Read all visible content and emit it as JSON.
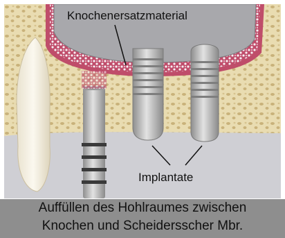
{
  "labels": {
    "top": "Knochenersatzmaterial",
    "bottom": "Implantate"
  },
  "caption": {
    "line1": "Auffüllen des Hohlraumes zwischen",
    "line2": "Knochen und Scheidersscher Mbr."
  },
  "colors": {
    "sinus": "#a8a8ac",
    "bone": "#e9dcb1",
    "membrane": "#bf4d6a",
    "graft": "#f2e2ea",
    "gum": "#cfcfd4",
    "implant": "#b8b8b8",
    "tooth": "#f4efe2",
    "caption_bg": "#8e8e8e"
  }
}
